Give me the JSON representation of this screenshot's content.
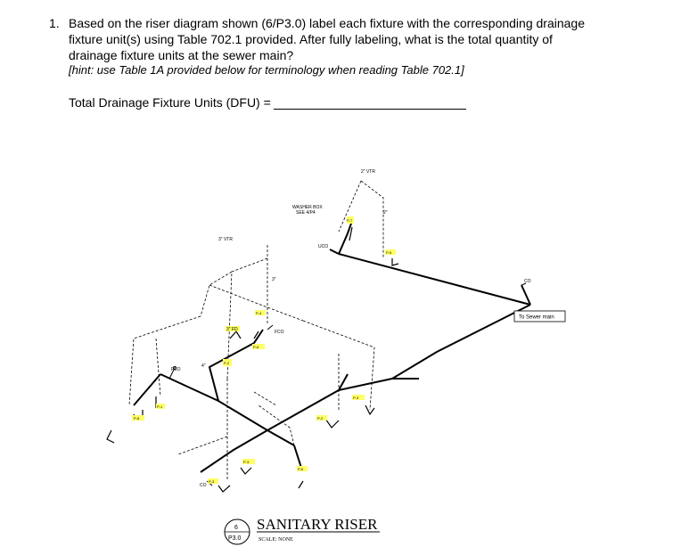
{
  "question": {
    "number": "1.",
    "text": "Based on the riser diagram shown (6/P3.0) label each fixture with the corresponding drainage fixture unit(s) using Table 702.1 provided.  After fully labeling, what is the total quantity of drainage fixture units at the sewer main?",
    "hint": "[hint: use Table 1A provided below for terminology when reading Table 702.1]",
    "answer_label": "Total Drainage Fixture Units (DFU) ="
  },
  "diagram": {
    "callout_sewer": "To Sewer main",
    "labels": {
      "vtr_top": "2\" VTR",
      "vtr_left": "3\" VTR",
      "washer_box": "WASHER BOX",
      "washer_box_ref": "SEE 4/P4",
      "uco": "UCO",
      "fco": "FCO",
      "co": "CO",
      "co_right": "CO",
      "fd": "3\" FD",
      "pipe_2": "2\"",
      "pipe_3": "3\"",
      "pipe_4": "4\""
    },
    "fixtures": [
      "P-1",
      "P-2",
      "P-3",
      "P-4",
      "P-5",
      "P-6",
      "P-7",
      "P-8"
    ],
    "title_block": {
      "number": "6",
      "sheet": "P3.0",
      "title": "SANITARY  RISER",
      "scale": "SCALE: NONE"
    }
  }
}
